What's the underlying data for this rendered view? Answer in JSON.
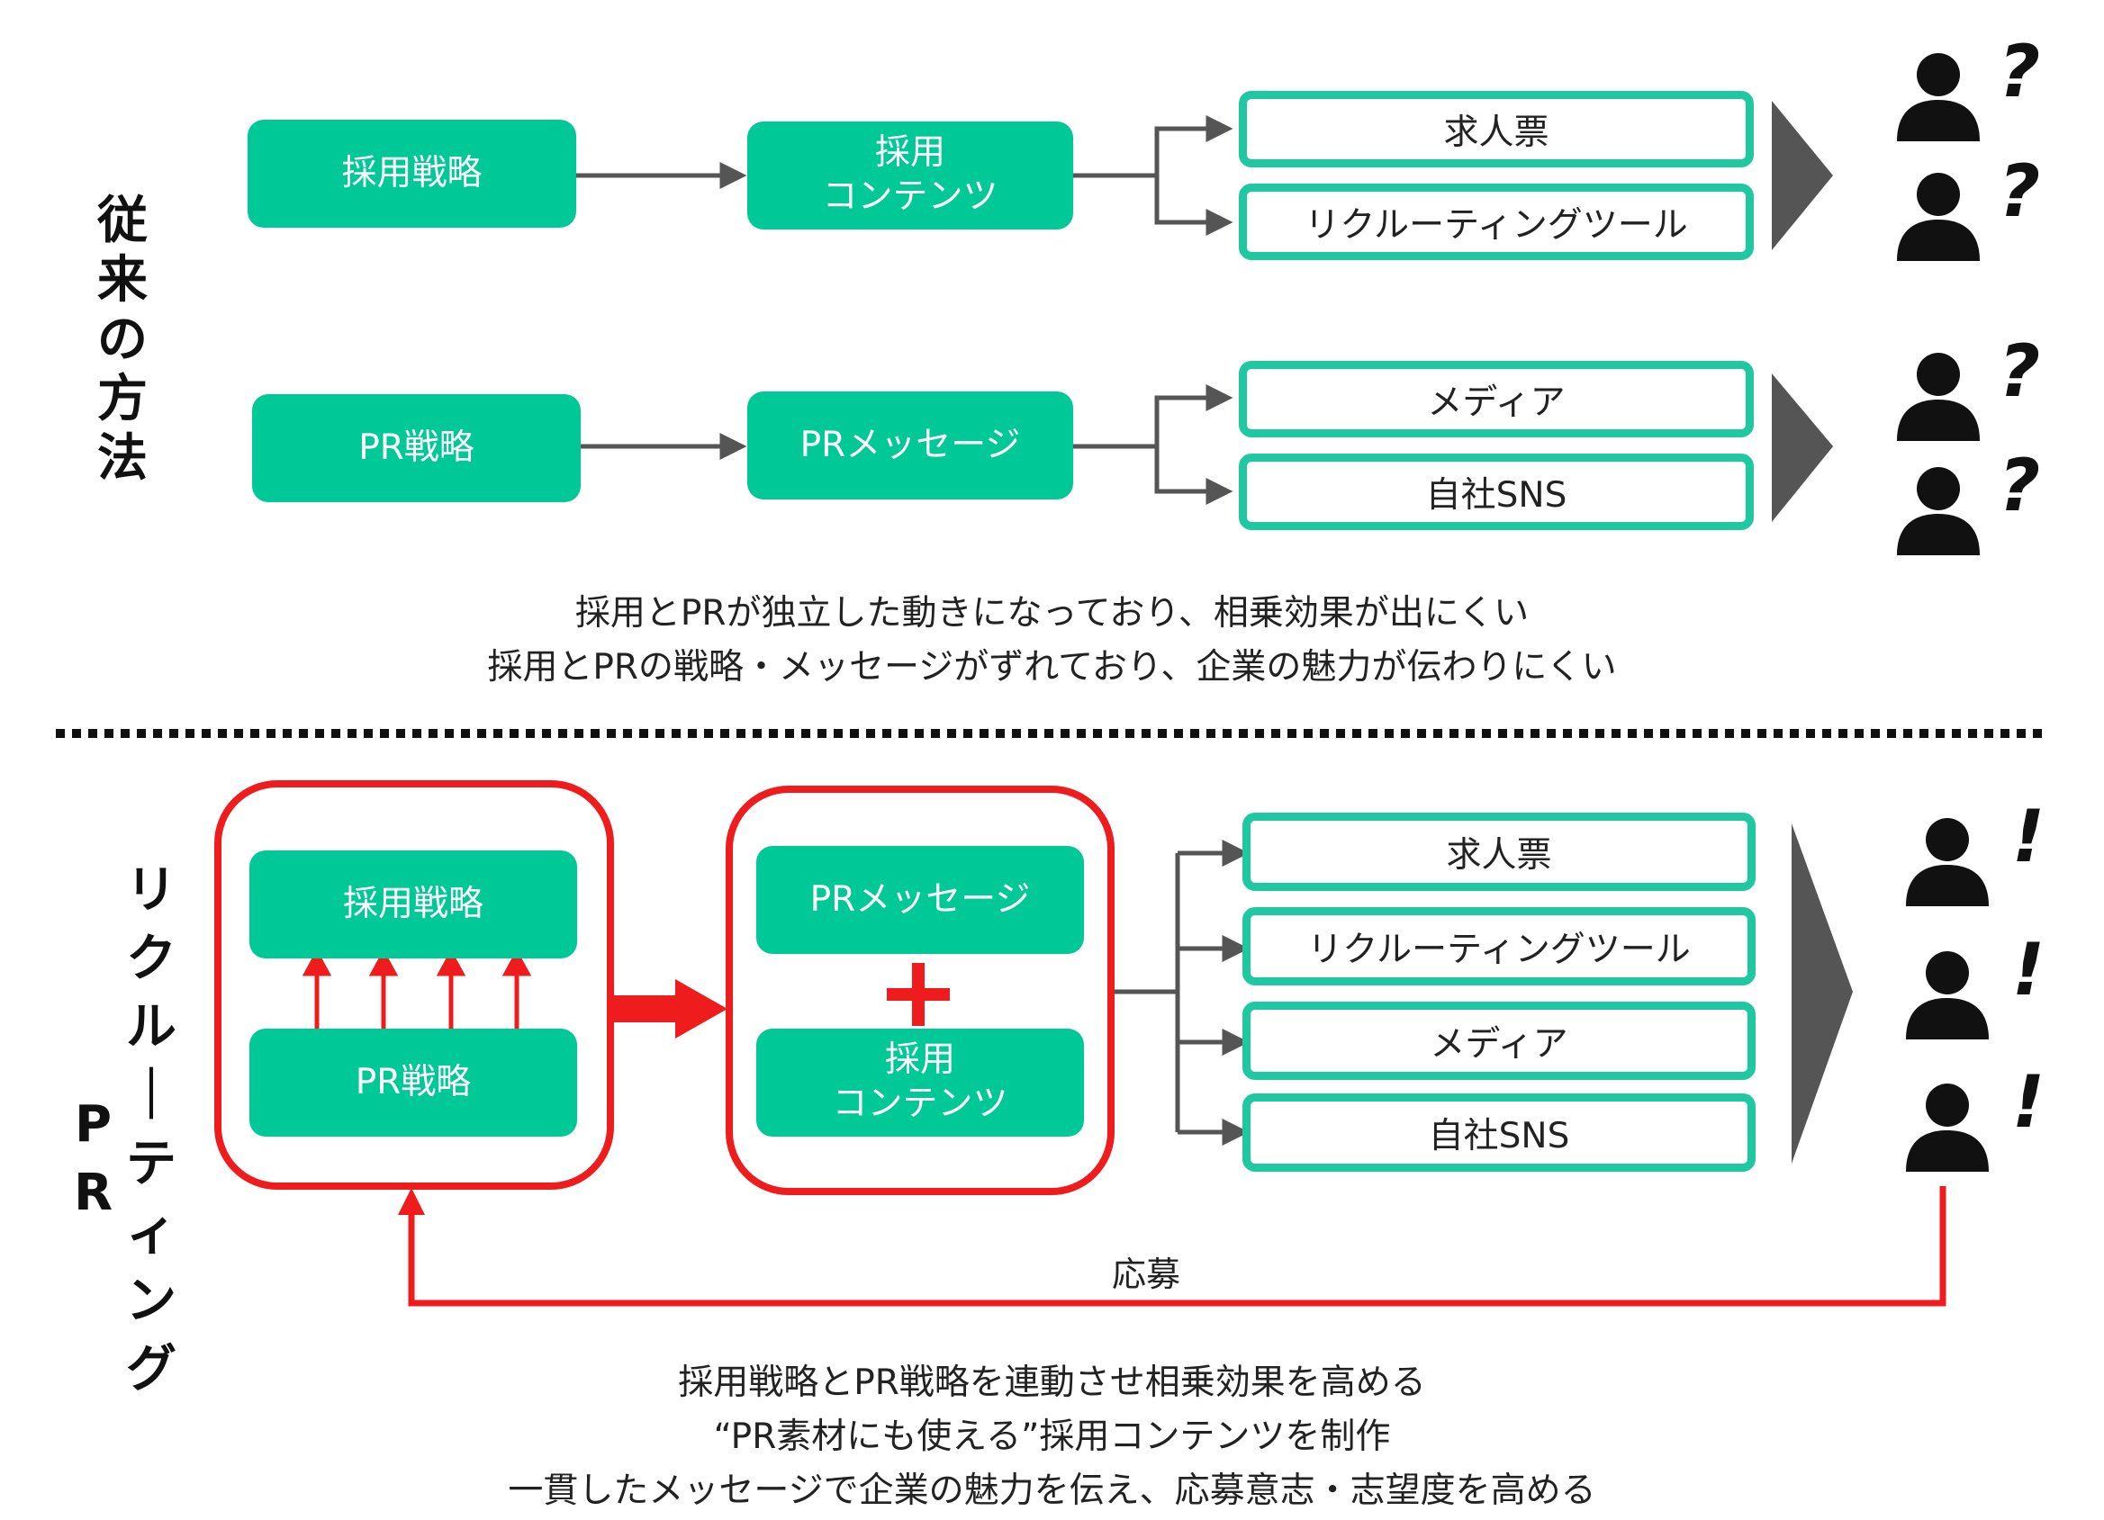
{
  "top_section": {
    "side_label": "従来の方法",
    "rows": [
      {
        "strategy": "採用戦略",
        "content": "採用\nコンテンツ",
        "outputs": [
          "求人票",
          "リクルーティングツール"
        ]
      },
      {
        "strategy": "PR戦略",
        "content": "PRメッセージ",
        "outputs": [
          "メディア",
          "自社SNS"
        ]
      }
    ],
    "audience_mark": "?",
    "caption_lines": [
      "採用とPRが独立した動きになっており、相乗効果が出にくい",
      "採用とPRの戦略・メッセージがずれており、企業の魅力が伝わりにくい"
    ]
  },
  "bottom_section": {
    "side_label_col1": "リクルーティング",
    "side_label_col2": "PR",
    "strategy_group": [
      "採用戦略",
      "PR戦略"
    ],
    "content_group": {
      "top": "PRメッセージ",
      "plus": "+",
      "bottom": "採用\nコンテンツ"
    },
    "outputs": [
      "求人票",
      "リクルーティングツール",
      "メディア",
      "自社SNS"
    ],
    "audience_mark": "!",
    "feedback_label": "応募",
    "caption_lines": [
      "採用戦略とPR戦略を連動させ相乗効果を高める",
      "“PR素材にも使える”採用コンテンツを制作",
      "一貫したメッセージで企業の魅力を伝え、応募意志・志望度を高める"
    ]
  },
  "colors": {
    "green_fill": "#00c896",
    "green_outline": "#1fc8a0",
    "red": "#ee1c1c",
    "arrow_gray": "#555555",
    "triangle_gray": "#555555",
    "person": "#111111"
  }
}
